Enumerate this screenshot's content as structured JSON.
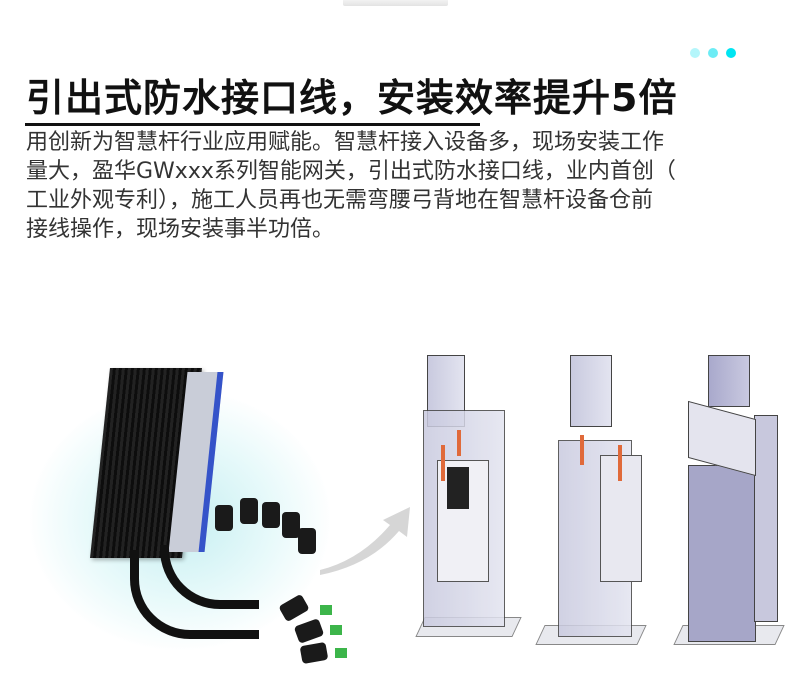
{
  "header": {
    "title": "引出式防水接口线，安装效率提升5倍",
    "indicator_dots": [
      {
        "color": "#b4f6fb"
      },
      {
        "color": "#6cecf5"
      },
      {
        "color": "#00e5f2"
      }
    ]
  },
  "description": {
    "lines": [
      "用创新为智慧杆行业应用赋能。智慧杆接入设备多，现场安装工作",
      "量大，盈华GWxxx系列智能网关，引出式防水接口线，业内首创（",
      "工业外观专利），施工人员再也无需弯腰弓背地在智慧杆设备仓前",
      "接线操作，现场安装事半功倍。"
    ]
  },
  "images": {
    "product": "waterproof-gateway-with-cables",
    "arrow": "curved-arrow",
    "poles": [
      "pole-cutaway-front",
      "pole-cutaway-side",
      "pole-closed"
    ]
  },
  "colors": {
    "accent_blue": "#3553c9",
    "cable_green": "#3cb54a",
    "wire_orange": "#e06a3a"
  }
}
